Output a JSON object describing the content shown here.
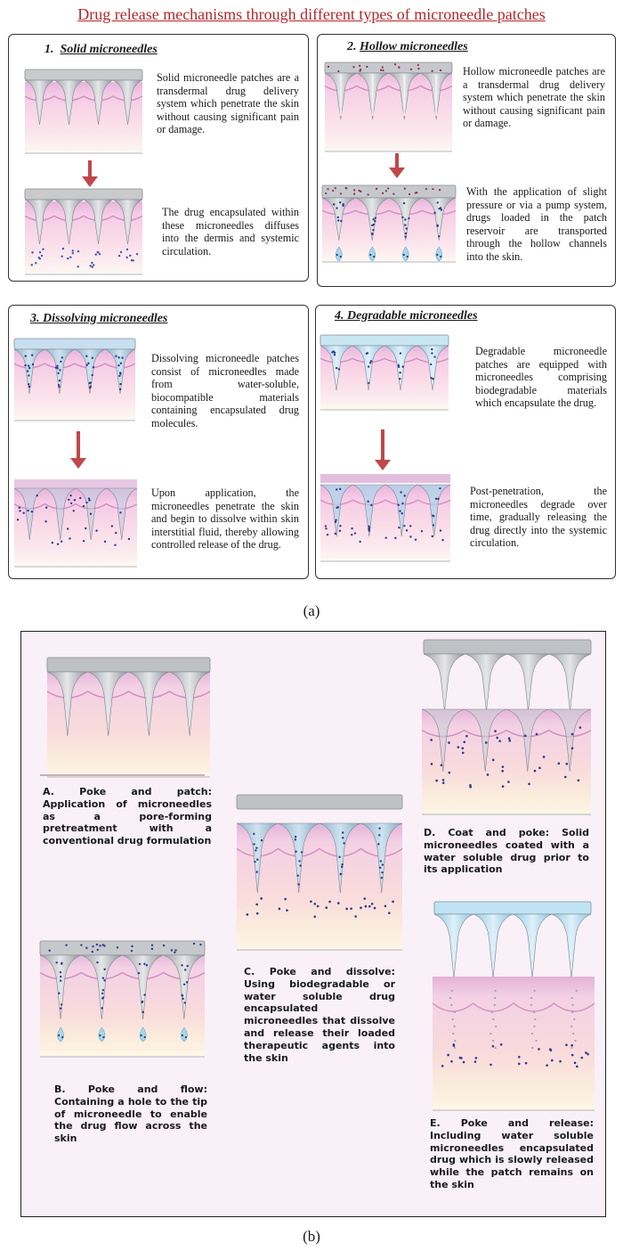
{
  "title": "Drug release mechanisms through different types of microneedle patches",
  "part_a": {
    "label": "(a)",
    "panels": [
      {
        "number": "1.",
        "name": "Solid microneedles",
        "text1": "Solid microneedle patches are a transdermal drug delivery system which penetrate the skin without causing significant pain or damage.",
        "text2": "The drug encapsulated within these microneedles diffuses into the dermis and systemic circulation."
      },
      {
        "number": "2.",
        "name": "Hollow microneedles",
        "text1": "Hollow microneedle patches are a transdermal drug delivery system which penetrate the skin without causing significant pain or damage.",
        "text2": "With the application of slight pressure or via a pump system, drugs loaded in the patch reservoir are transported through the hollow channels into the skin."
      },
      {
        "number": "3.",
        "name": "Dissolving microneedles",
        "text1": "Dissolving microneedle patches consist of microneedles made from water-soluble, biocompatible materials containing encapsulated drug molecules.",
        "text2": "Upon application, the microneedles penetrate the skin and begin to dissolve within skin interstitial fluid, thereby allowing controlled release of the drug."
      },
      {
        "number": "4.",
        "name": "Degradable microneedles",
        "text1": "Degradable microneedle patches are equipped with microneedles comprising biodegradable materials which encapsulate the drug.",
        "text2": "Post-penetration, the microneedles degrade over time, gradually releasing the drug directly into the systemic circulation."
      }
    ]
  },
  "part_b": {
    "label": "(b)",
    "items": [
      {
        "text": "A. Poke and patch: Application of microneedles as a pore-forming pretreatment with a conventional drug formulation"
      },
      {
        "text": "B. Poke and flow: Containing a hole to the tip of microneedle to enable the drug flow across the skin"
      },
      {
        "text": "C. Poke and dissolve: Using biodegradable or water soluble drug encapsulated microneedles that dissolve and release their loaded therapeutic agents into the skin"
      },
      {
        "text": "D. Coat and poke: Solid microneedles coated with a water soluble drug prior to its application"
      },
      {
        "text": "E. Poke and release: Including water soluble microneedles encapsulated drug which is slowly released while the patch remains on the skin"
      }
    ]
  },
  "colors": {
    "title": "#b5262b",
    "arrow": "#c0484b",
    "skin_top": "#e8b8dc",
    "skin_mid": "#f8dbe4",
    "skin_bottom": "#fbf4e6",
    "needle_solid": "#b8bcc0",
    "needle_blue": "#a9d6ea",
    "drug_dot": "#2b3a8c",
    "backing": "#f9f0f8"
  }
}
